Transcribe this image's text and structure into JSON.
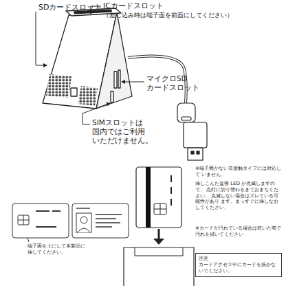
{
  "diagram": {
    "nodes": [
      {
        "text": [
          "注意",
          "カードアクセス中にカードを抜かないでください。"
        ]
      }
    ],
    "labels": [
      "SDカードスロット",
      "ICカードスロット",
      "（差し込み時は端子面を前面にしてください）",
      "マイクロSD カードスロット",
      "SIMスロットは 国内ではご利用 いただけません。",
      "端子面を上にして本製品に 挿してください。",
      "※端子面がない非接触タイプには対応して いません。",
      "挿しこんだ直後 LED が点滅しますので、 点灯に切り替わるまでおまちください。 点滅しない場合はズレている可能性があり ます。まっすぐに挿しなおしてください。",
      "※カードが汚れている場合は乾いた布で 汚れを拭いてください"
    ]
  }
}
